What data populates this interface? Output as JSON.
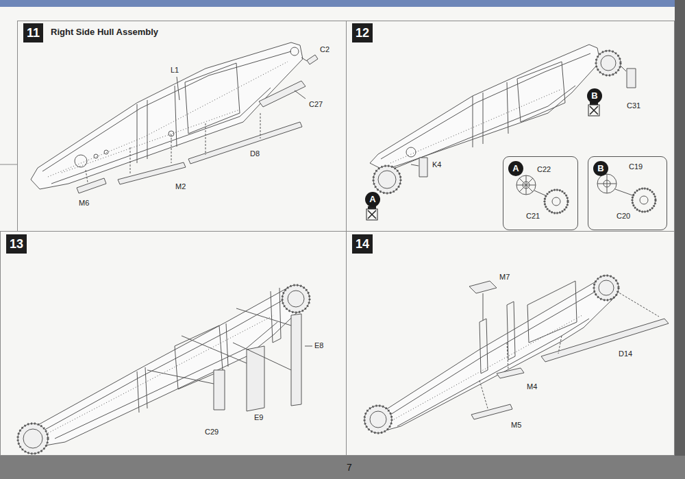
{
  "diagram": {
    "nodes": [
      {
        "text": [
          "11",
          "Right Side Hull Assembly"
        ]
      },
      {
        "text": [
          "12"
        ]
      },
      {
        "text": [
          "A"
        ],
        "in": 1
      },
      {
        "text": [
          "B"
        ],
        "in": 1
      },
      {
        "text": [
          "C22",
          "C21"
        ],
        "in": 1
      },
      {
        "text": [
          "A"
        ],
        "in": 4
      },
      {
        "text": [
          "C19",
          "C20"
        ],
        "in": 1
      },
      {
        "text": [
          "B"
        ],
        "in": 6
      },
      {
        "text": [
          "13"
        ]
      },
      {
        "text": [
          "14"
        ]
      }
    ],
    "labels": [
      "L1",
      "C2",
      "C27",
      "D8",
      "M2",
      "M6",
      "K4",
      "C31",
      "E8",
      "E9",
      "C29",
      "M7",
      "D14",
      "M4",
      "M5",
      "7"
    ]
  }
}
